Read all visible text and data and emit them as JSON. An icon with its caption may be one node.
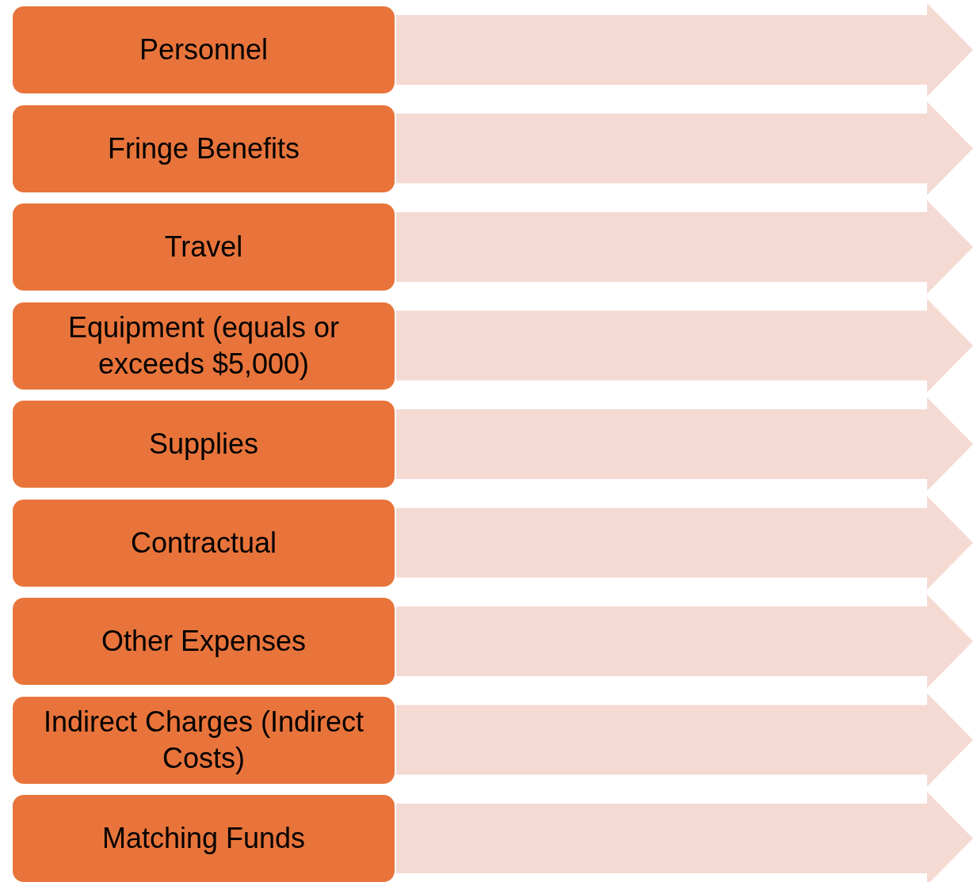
{
  "diagram": {
    "nodes": [
      {
        "text": [
          "Personnel"
        ]
      },
      {
        "text": [
          "Fringe Benefits"
        ]
      },
      {
        "text": [
          "Travel"
        ]
      },
      {
        "text": [
          "Equipment (equals or exceeds $5,000)"
        ]
      },
      {
        "text": [
          "Supplies"
        ]
      },
      {
        "text": [
          "Contractual"
        ]
      },
      {
        "text": [
          "Other Expenses"
        ]
      },
      {
        "text": [
          "Indirect Charges (Indirect Costs)"
        ]
      },
      {
        "text": [
          "Matching Funds"
        ]
      }
    ],
    "edges": [
      {
        "from": 0,
        "to": null,
        "arrow": "to"
      },
      {
        "from": 1,
        "to": null,
        "arrow": "to"
      },
      {
        "from": 2,
        "to": null,
        "arrow": "to"
      },
      {
        "from": 3,
        "to": null,
        "arrow": "to"
      },
      {
        "from": 4,
        "to": null,
        "arrow": "to"
      },
      {
        "from": 5,
        "to": null,
        "arrow": "to"
      },
      {
        "from": 6,
        "to": null,
        "arrow": "to"
      },
      {
        "from": 7,
        "to": null,
        "arrow": "to"
      },
      {
        "from": 8,
        "to": null,
        "arrow": "to"
      }
    ]
  }
}
